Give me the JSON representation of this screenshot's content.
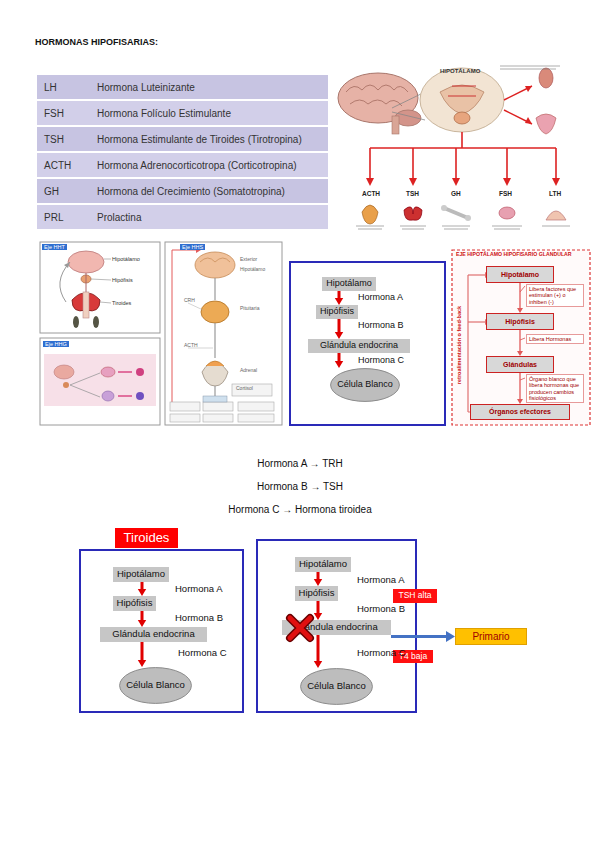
{
  "diagram": {
    "title": "HORMONAS HIPOFISARIAS:",
    "nodes": [
      {
        "text": [
          "LH",
          "Hormona Luteinizante"
        ]
      },
      {
        "text": [
          "FSH",
          "Hormona Folículo Estimulante"
        ]
      },
      {
        "text": [
          "TSH",
          "Hormona Estimulante de Tiroides (Tirotropina)"
        ]
      },
      {
        "text": [
          "ACTH",
          "Hormona Adrenocorticotropa (Corticotropina)"
        ]
      },
      {
        "text": [
          "GH",
          "Hormona del Crecimiento (Somatotropina)"
        ]
      },
      {
        "text": [
          "PRL",
          "Prolactina"
        ]
      },
      {
        "text": [
          "Hipotálamo"
        ]
      },
      {
        "text": [
          "Hipófisis"
        ]
      },
      {
        "text": [
          "Glándula endocrina"
        ]
      },
      {
        "text": [
          "Célula Blanco"
        ]
      },
      {
        "text": [
          "Hipotálamo"
        ]
      },
      {
        "text": [
          "Hipófisis"
        ]
      },
      {
        "text": [
          "Glándulas"
        ]
      },
      {
        "text": [
          "Órganos efectores"
        ]
      },
      {
        "text": [
          "Tiroides"
        ]
      },
      {
        "text": [
          "Hipotálamo"
        ]
      },
      {
        "text": [
          "Hipófisis"
        ]
      },
      {
        "text": [
          "Glándula endocrina"
        ]
      },
      {
        "text": [
          "Célula Blanco"
        ]
      },
      {
        "text": [
          "Hipotálamo"
        ]
      },
      {
        "text": [
          "Hipófisis"
        ]
      },
      {
        "text": [
          "Glándula endocrina"
        ]
      },
      {
        "text": [
          "Célula Blanco"
        ]
      },
      {
        "text": [
          "TSH alta"
        ]
      },
      {
        "text": [
          "T4 baja"
        ]
      },
      {
        "text": [
          "Primario"
        ]
      }
    ],
    "edges": [
      {
        "from": 6,
        "to": 7,
        "label": "Hormona A",
        "arrow": "to"
      },
      {
        "from": 7,
        "to": 8,
        "label": "Hormona B",
        "arrow": "to"
      },
      {
        "from": 8,
        "to": 9,
        "label": "Hormona C",
        "arrow": "to"
      },
      {
        "from": 10,
        "to": 11,
        "arrow": "to"
      },
      {
        "from": 11,
        "to": 12,
        "arrow": "to"
      },
      {
        "from": 12,
        "to": 13,
        "arrow": "to"
      },
      {
        "from": 15,
        "to": 16,
        "label": "Hormona A",
        "arrow": "to"
      },
      {
        "from": 16,
        "to": 17,
        "label": "Hormona B",
        "arrow": "to"
      },
      {
        "from": 17,
        "to": 18,
        "label": "Hormona C",
        "arrow": "to"
      },
      {
        "from": 19,
        "to": 20,
        "label": "Hormona A",
        "arrow": "to"
      },
      {
        "from": 20,
        "to": 21,
        "label": "Hormona B",
        "arrow": "to"
      },
      {
        "from": 21,
        "to": 22,
        "label": "Hormona C",
        "arrow": "to"
      },
      {
        "from": 21,
        "to": 25,
        "arrow": "to"
      }
    ],
    "labels": [
      "HIPOTÁLAMO",
      "ACTH",
      "TSH",
      "GH",
      "FSH",
      "LTH",
      "Eje HHT",
      "Hipotálamo",
      "Hipófisis",
      "Tiroides",
      "Eje HHG",
      "Eje HHS",
      "Exterior",
      "Hipotálamo",
      "CRH",
      "Pituitaria",
      "ACTH",
      "Adrenal",
      "Cortisol",
      "EJE HIPOTÁLAMO HIPOFISARIO GLANDULAR",
      "retroalimentación o feed-back",
      "Libera factores que estimulan (+) o inhiben (-)",
      "Libera Hormonas",
      "Órgano blanco que libera hormonas que producen cambios fisiológicos",
      "Hormona A → TRH",
      "Hormona B → TSH",
      "Hormona C → Hormona tiroidea"
    ]
  }
}
